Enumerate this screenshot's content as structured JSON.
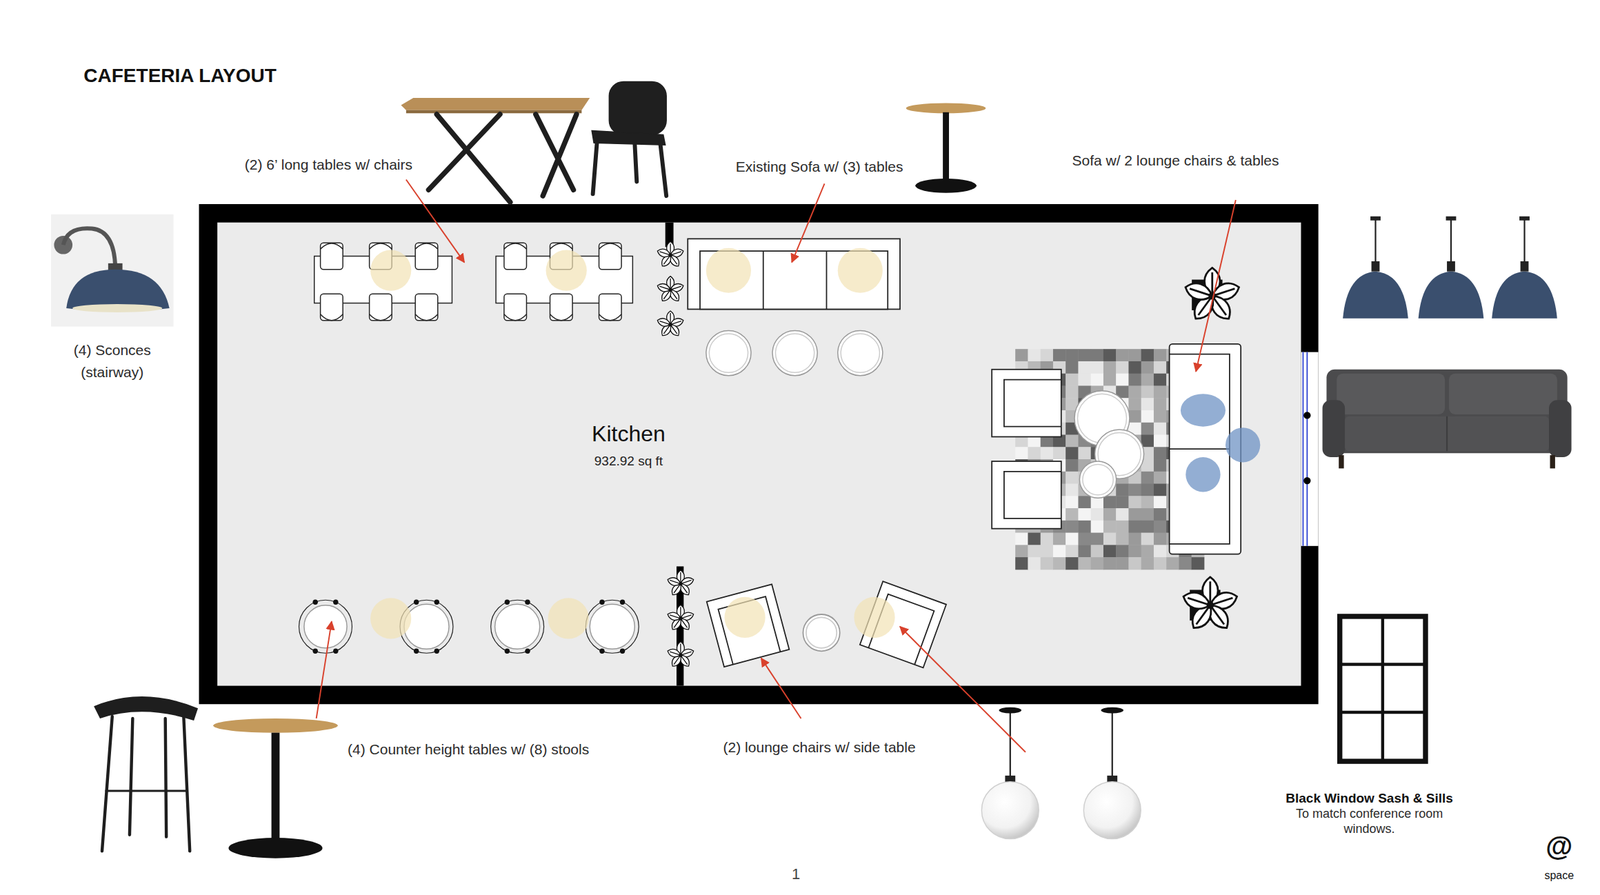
{
  "diagram": {
    "title": "CAFETERIA LAYOUT",
    "nodes": [
      {
        "text": [
          "Kitchen",
          "932.92 sq ft"
        ]
      }
    ],
    "labels": [
      "(2) 6’ long tables w/ chairs",
      "Existing Sofa w/ (3) tables",
      "Sofa w/ 2 lounge chairs & tables",
      "(4) Sconces (stairway)",
      "(4) Counter height tables w/ (8) stools",
      "(2) lounge chairs w/ side table",
      "Black Window Sash & Sills",
      "To match conference room windows.",
      "1",
      "@",
      "space"
    ]
  }
}
